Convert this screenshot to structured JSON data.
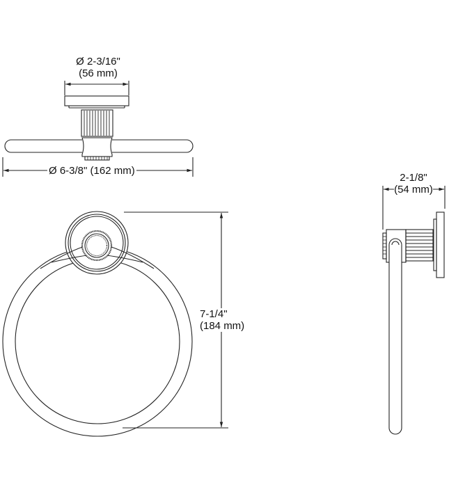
{
  "diagram": {
    "type": "technical-dimension-drawing",
    "subject": "towel ring",
    "line_color": "#222222",
    "background": "#ffffff",
    "views": {
      "top": {
        "flange_dimension": {
          "imperial": "Ø 2-3/16\"",
          "metric": "(56 mm)"
        },
        "ring_dimension": {
          "label": "Ø 6-3/8\" (162 mm)"
        }
      },
      "front": {
        "height_dimension": {
          "imperial": "7-1/4\"",
          "metric": "(184 mm)"
        }
      },
      "side": {
        "projection_dimension": {
          "imperial": "2-1/8\"",
          "metric": "(54 mm)"
        }
      }
    }
  }
}
